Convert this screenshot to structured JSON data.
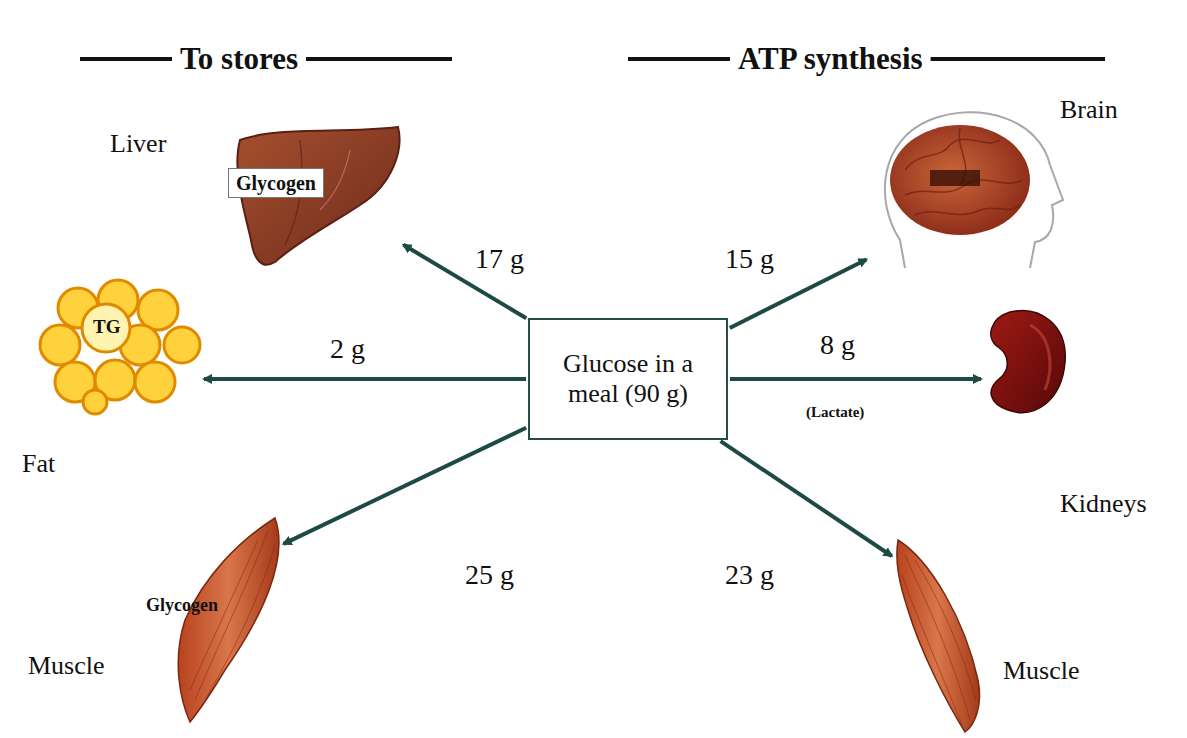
{
  "diagram": {
    "nodes": [
      {
        "text": [
          "Liver",
          "Glycogen"
        ]
      },
      {
        "text": [
          "Brain"
        ]
      },
      {
        "text": [
          "TG",
          "Fat"
        ]
      },
      {
        "text": [
          "Glucose in a meal (90 g)"
        ]
      },
      {
        "text": [
          "Kidneys"
        ]
      },
      {
        "text": [
          "Glycogen",
          "Muscle"
        ]
      },
      {
        "text": [
          "Muscle"
        ]
      }
    ],
    "edges": [
      {
        "from": 3,
        "to": 0,
        "arrow": "to",
        "label": "17 g"
      },
      {
        "from": 3,
        "to": 1,
        "arrow": "to",
        "label": "15 g"
      },
      {
        "from": 3,
        "to": 2,
        "arrow": "to",
        "label": "2 g"
      },
      {
        "from": 3,
        "to": 4,
        "arrow": "to",
        "label": "8 g"
      },
      {
        "from": 3,
        "to": 5,
        "arrow": "to",
        "label": "25 g"
      },
      {
        "from": 3,
        "to": 6,
        "arrow": "to",
        "label": "23 g"
      }
    ],
    "labels": [
      "To stores",
      "ATP synthesis",
      "(Lactate)"
    ]
  }
}
